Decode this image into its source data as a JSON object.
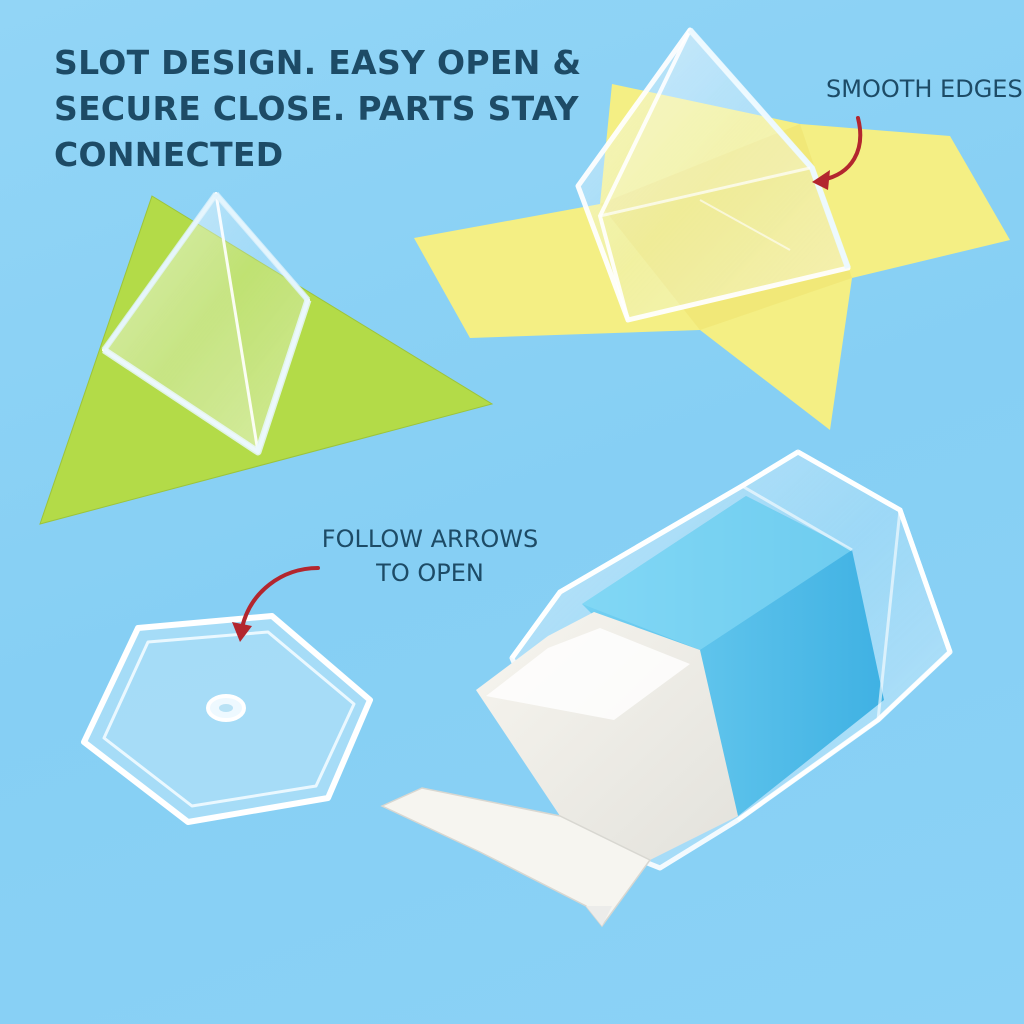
{
  "headline": {
    "line1": "SLOT DESIGN. EASY OPEN &",
    "line2": "SECURE CLOSE. PARTS STAY",
    "line3": "CONNECTED"
  },
  "callouts": {
    "smooth_edges": "SMOOTH EDGES",
    "follow_arrows_line1": "FOLLOW ARROWS",
    "follow_arrows_line2": "TO OPEN"
  },
  "colors": {
    "background": "#8ed3f5",
    "text": "#1d4b66",
    "arrow": "#b3262e",
    "green_paper": "#b4dc48",
    "yellow_paper": "#f3ee80",
    "blue_band": "#5cc3ec"
  },
  "objects": [
    "clear-triangular-pyramid-on-green-triangle",
    "clear-triangular-prism-on-yellow-net",
    "clear-hexagon-lid",
    "clear-hexagonal-prism-box-with-open-flap"
  ]
}
